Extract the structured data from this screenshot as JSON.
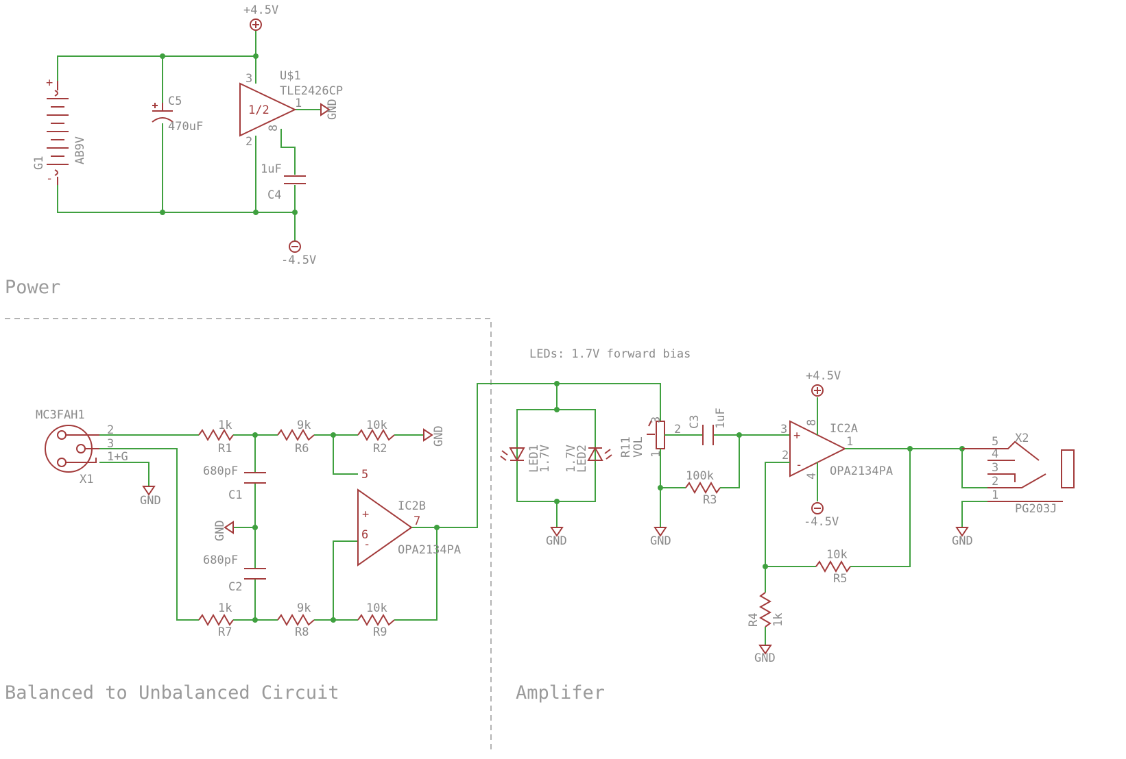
{
  "sections": {
    "power": "Power",
    "balanced": "Balanced to Unbalanced Circuit",
    "amplifier": "Amplifer"
  },
  "note": "LEDs: 1.7V forward bias",
  "rails": {
    "pos": "+4.5V",
    "neg": "-4.5V",
    "gnd": "GND"
  },
  "battery": {
    "name": "G1",
    "value": "AB9V",
    "plus": "+",
    "minus": "-"
  },
  "c5": {
    "name": "C5",
    "value": "470uF"
  },
  "u1": {
    "name": "U$1",
    "value": "TLE2426CP",
    "body": "1/2",
    "pin1": "1",
    "pin2": "2",
    "pin3": "3",
    "pin8": "8"
  },
  "c4": {
    "name": "C4",
    "value": "1uF"
  },
  "x1": {
    "name": "MC3FAH1",
    "ref": "X1",
    "pin2": "2",
    "pin3": "3",
    "pin1": "1+G"
  },
  "r1": {
    "name": "R1",
    "value": "1k"
  },
  "r6": {
    "name": "R6",
    "value": "9k"
  },
  "r2": {
    "name": "R2",
    "value": "10k"
  },
  "r7": {
    "name": "R7",
    "value": "1k"
  },
  "r8": {
    "name": "R8",
    "value": "9k"
  },
  "r9": {
    "name": "R9",
    "value": "10k"
  },
  "c1": {
    "name": "C1",
    "value": "680pF"
  },
  "c2": {
    "name": "C2",
    "value": "680pF"
  },
  "ic2b": {
    "name": "IC2B",
    "value": "OPA2134PA",
    "pin5": "5",
    "pin6": "6",
    "pin7": "7",
    "plus": "+",
    "minus": "-"
  },
  "led1": {
    "name": "LED1",
    "value": "1.7V"
  },
  "led2": {
    "name": "LED2",
    "value": "1.7V"
  },
  "r11": {
    "name": "R11",
    "value": "VOL",
    "pin1": "1",
    "pin3": "3"
  },
  "c3": {
    "name": "C3",
    "value": "1uF",
    "pin2": "2"
  },
  "r3": {
    "name": "R3",
    "value": "100k"
  },
  "ic2a": {
    "name": "IC2A",
    "value": "OPA2134PA",
    "pin3": "3",
    "pin2": "2",
    "pin1": "1",
    "pin8": "8",
    "pin4": "4",
    "plus": "+",
    "minus": "-"
  },
  "r5": {
    "name": "R5",
    "value": "10k"
  },
  "r4": {
    "name": "R4",
    "value": "1k"
  },
  "x2": {
    "name": "X2",
    "value": "PG203J",
    "pin5": "5",
    "pin4": "4",
    "pin3": "3",
    "pin2": "2",
    "pin1": "1"
  },
  "colors": {
    "wire": "#3fa03f",
    "part": "#a33b3b",
    "text": "#8a8a8a"
  }
}
